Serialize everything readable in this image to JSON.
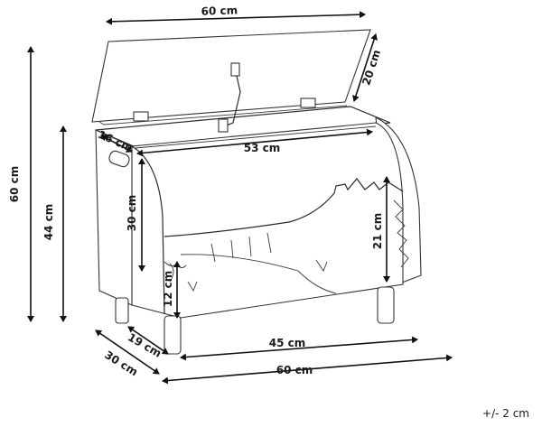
{
  "dimensions": {
    "lid_width": "60 cm",
    "lid_depth": "20 cm",
    "total_height": "60 cm",
    "body_height": "44 cm",
    "inner_depth": "16 cm",
    "inner_width": "53 cm",
    "front_height": "30 cm",
    "croc_height": "21 cm",
    "leg_height": "12 cm",
    "leg_inset": "19 cm",
    "base_depth": "30 cm",
    "leg_span": "45 cm",
    "base_width": "60 cm"
  },
  "tolerance": "+/- 2 cm"
}
